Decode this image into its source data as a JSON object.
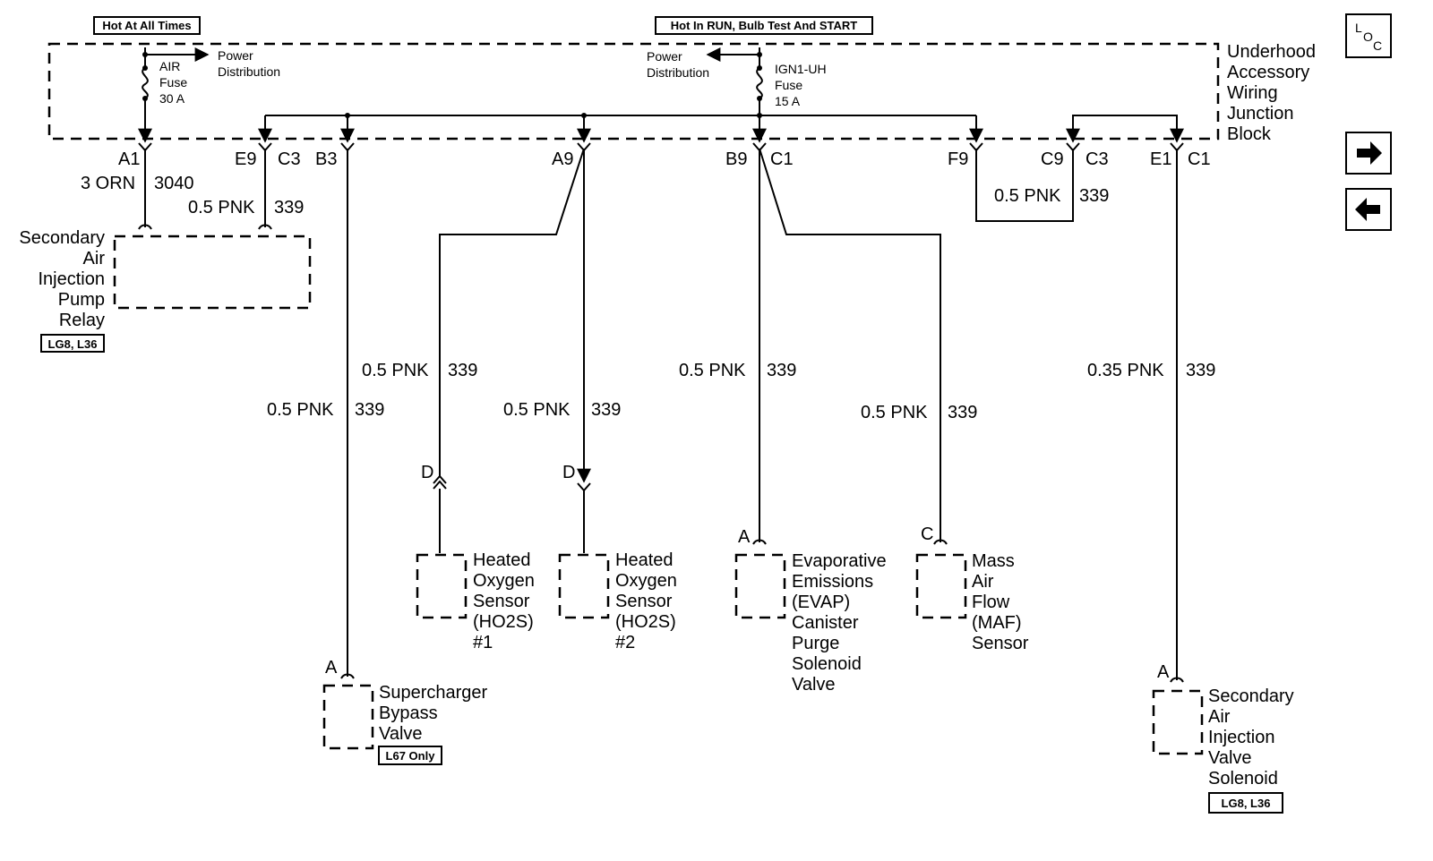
{
  "notes": {
    "hot_all_times": "Hot At All Times",
    "hot_run": "Hot In RUN, Bulb Test And START"
  },
  "junction_block": [
    "Underhood",
    "Accessory",
    "Wiring",
    "Junction",
    "Block"
  ],
  "loc_icon": {
    "l": "L",
    "o": "O",
    "c": "C"
  },
  "fuses": {
    "air": [
      "AIR",
      "Fuse",
      "30 A"
    ],
    "ign": [
      "IGN1-UH",
      "Fuse",
      "15 A"
    ]
  },
  "power_distribution": [
    "Power",
    "Distribution"
  ],
  "pins": {
    "a1": "A1",
    "e9": "E9",
    "c3a": "C3",
    "b3": "B3",
    "a9": "A9",
    "b9": "B9",
    "c1a": "C1",
    "f9": "F9",
    "c9": "C9",
    "c3b": "C3",
    "e1": "E1",
    "c1b": "C1"
  },
  "wires": {
    "air_size": "3 ORN",
    "air_circuit": "3040",
    "pnk_size": "0.5 PNK",
    "pnk_small_size": "0.35 PNK",
    "circuit": "339"
  },
  "terminals": {
    "d": "D",
    "a": "A",
    "c": "C"
  },
  "components": {
    "relay": [
      "Secondary",
      "Air",
      "Injection",
      "Pump",
      "Relay"
    ],
    "relay_option": "LG8, L36",
    "ho2s1": [
      "Heated",
      "Oxygen",
      "Sensor",
      "(HO2S)",
      "#1"
    ],
    "ho2s2": [
      "Heated",
      "Oxygen",
      "Sensor",
      "(HO2S)",
      "#2"
    ],
    "evap": [
      "Evaporative",
      "Emissions",
      "(EVAP)",
      "Canister",
      "Purge",
      "Solenoid",
      "Valve"
    ],
    "maf": [
      "Mass",
      "Air",
      "Flow",
      "(MAF)",
      "Sensor"
    ],
    "supercharger": [
      "Supercharger",
      "Bypass",
      "Valve"
    ],
    "supercharger_option": "L67 Only",
    "air_valve": [
      "Secondary",
      "Air",
      "Injection",
      "Valve",
      "Solenoid"
    ],
    "air_valve_option": "LG8, L36"
  },
  "nav": {
    "next": "➞",
    "prev": "🡐"
  }
}
